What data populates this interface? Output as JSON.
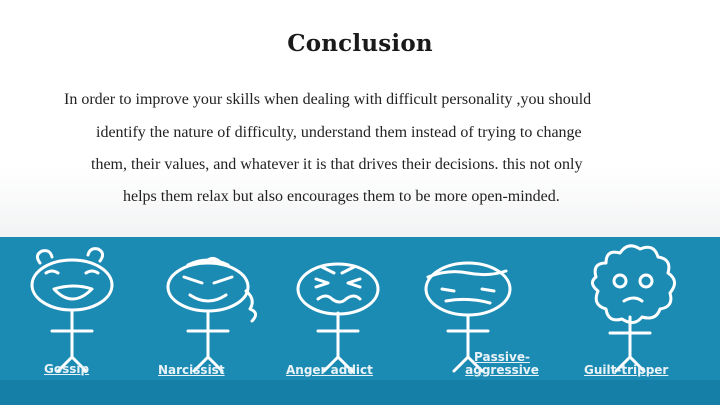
{
  "slide": {
    "title": "Conclusion",
    "paragraph_lines": [
      "In order to improve your skills when dealing with difficult personality ,you should",
      "identify the nature of difficulty, understand them instead of trying to change",
      "them, their values, and whatever it is that drives their decisions. this not only",
      "helps them relax but also encourages them to be more open-minded."
    ]
  },
  "figures": [
    {
      "label": "Gossip",
      "icon": "gossip-figure-icon"
    },
    {
      "label": "Narcissist",
      "icon": "narcissist-figure-icon"
    },
    {
      "label": "Anger addict",
      "icon": "anger-addict-figure-icon"
    },
    {
      "label_line1": "Passive-",
      "label_line2": "aggressive",
      "icon": "passive-aggressive-figure-icon"
    },
    {
      "label": "Guilt-tripper",
      "icon": "guilt-tripper-figure-icon"
    }
  ],
  "colors": {
    "band": "#1c8bb4",
    "figure_stroke": "#ffffff"
  }
}
